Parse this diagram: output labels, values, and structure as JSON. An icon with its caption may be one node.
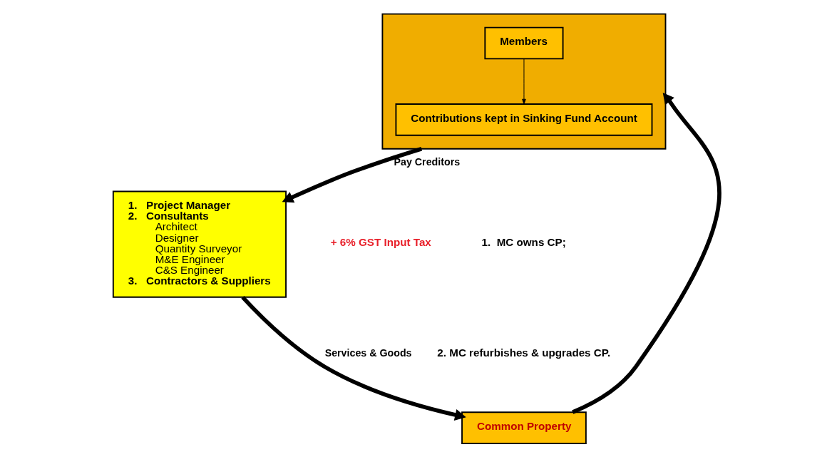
{
  "diagram": {
    "nodes": [
      {
        "text": [],
        "shape": "box"
      },
      {
        "text": [
          "Members"
        ],
        "in": 0
      },
      {
        "text": [
          "Contributions kept in Sinking Fund Account"
        ],
        "in": 0
      },
      {
        "text": [
          "1.   Project Manager",
          "2.   Consultants",
          "Architect",
          "Designer",
          "Quantity Surveyor",
          "M&E Engineer",
          "C&S Engineer",
          "3.   Contractors & Suppliers"
        ]
      },
      {
        "text": [
          "Common Property"
        ]
      }
    ],
    "edges": [
      {
        "from": 1,
        "to": 2,
        "arrow": "to"
      },
      {
        "from": 0,
        "to": 3,
        "arrow": "to",
        "label": "Pay Creditors"
      },
      {
        "from": 3,
        "to": 4,
        "arrow": "to",
        "label": "Services & Goods"
      },
      {
        "from": 4,
        "to": 0,
        "arrow": "to"
      }
    ],
    "labels": [
      "+ 6% GST Input Tax",
      "1.  MC owns CP;",
      "2. MC refurbishes & upgrades CP."
    ]
  }
}
